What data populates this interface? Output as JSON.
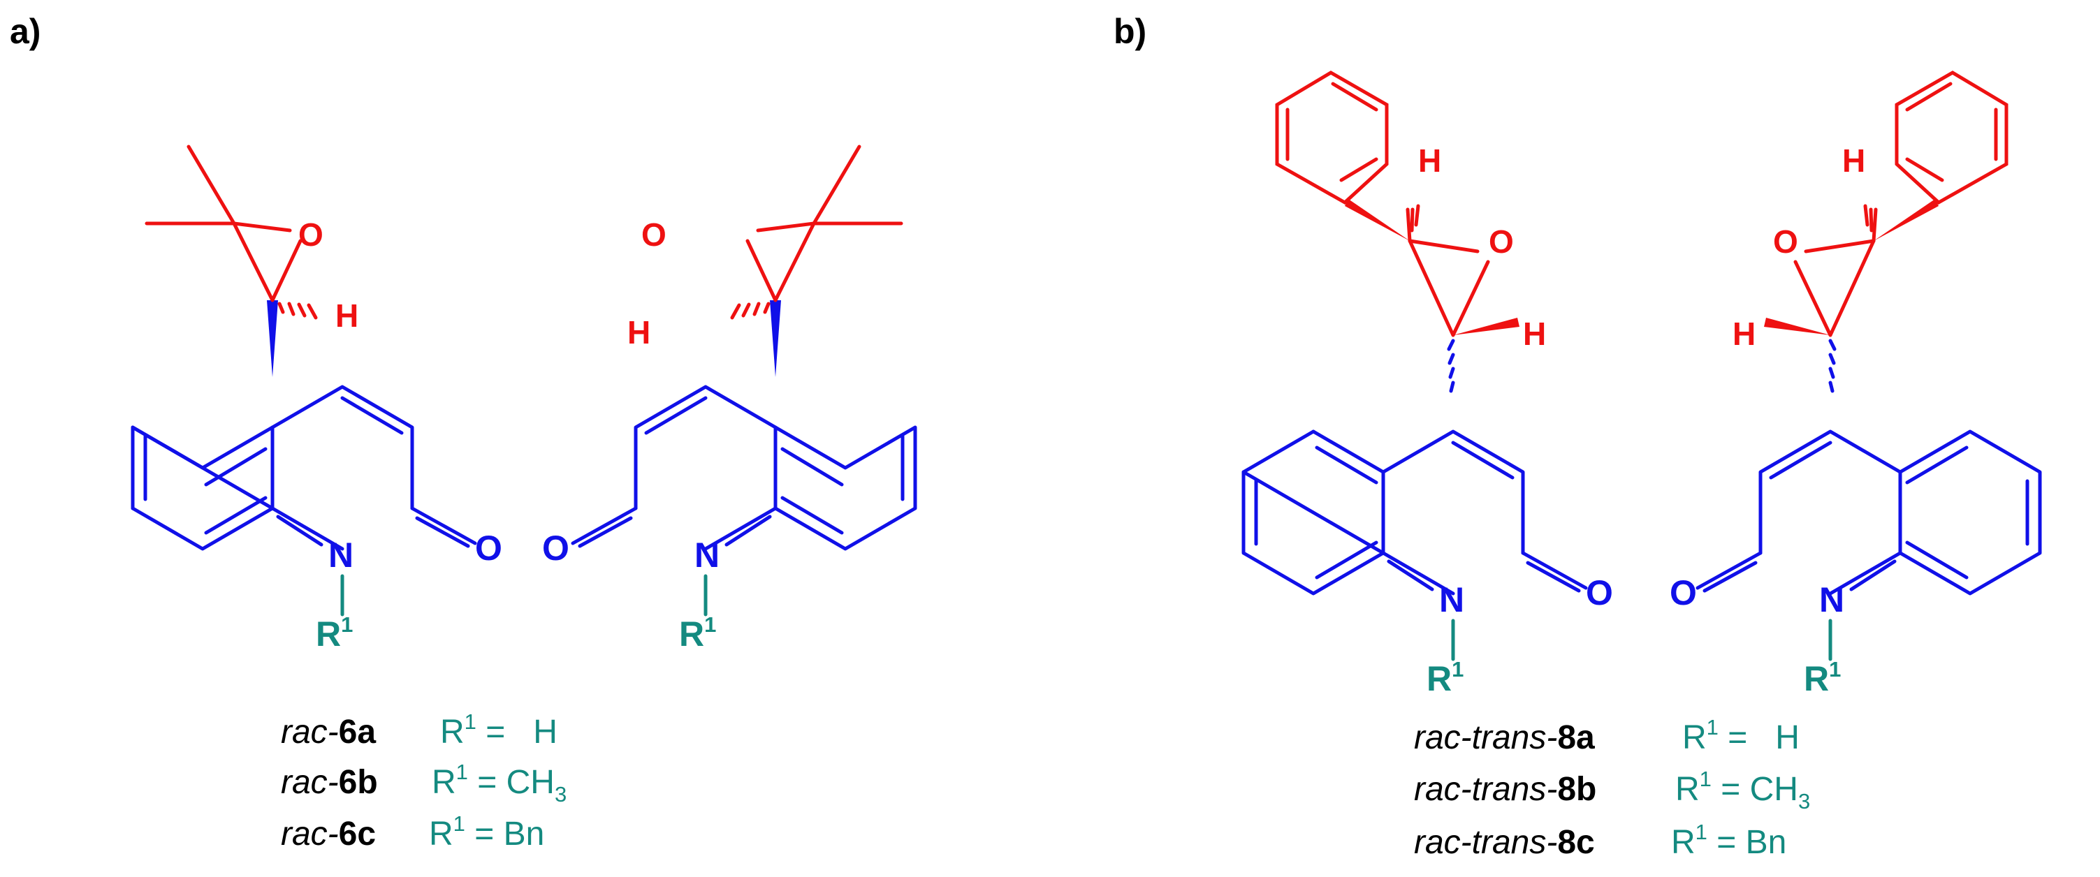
{
  "colors": {
    "core": "#1010e8",
    "epoxide": "#ee1111",
    "substituent": "#148a80",
    "text": "#000000"
  },
  "panels": {
    "a": {
      "label": "a)",
      "compounds": [
        {
          "prefix": "rac-",
          "number": "6a",
          "r_label": "R",
          "r_sup": "1",
          "equals": " =   H",
          "sub": ""
        },
        {
          "prefix": "rac-",
          "number": "6b",
          "r_label": "R",
          "r_sup": "1",
          "equals": " = CH",
          "sub": "3"
        },
        {
          "prefix": "rac-",
          "number": "6c",
          "r_label": "R",
          "r_sup": "1",
          "equals": " = Bn",
          "sub": ""
        }
      ]
    },
    "b": {
      "label": "b)",
      "compounds": [
        {
          "prefix": "rac-trans-",
          "number": "8a",
          "r_label": "R",
          "r_sup": "1",
          "equals": " =   H",
          "sub": ""
        },
        {
          "prefix": "rac-trans-",
          "number": "8b",
          "r_label": "R",
          "r_sup": "1",
          "equals": " = CH",
          "sub": "3"
        },
        {
          "prefix": "rac-trans-",
          "number": "8c",
          "r_label": "R",
          "r_sup": "1",
          "equals": " = Bn",
          "sub": ""
        }
      ]
    }
  },
  "atoms": {
    "nitrogen": "N",
    "oxygen": "O",
    "hydrogen": "H",
    "substituent": "R",
    "substituent_sup": "1"
  }
}
